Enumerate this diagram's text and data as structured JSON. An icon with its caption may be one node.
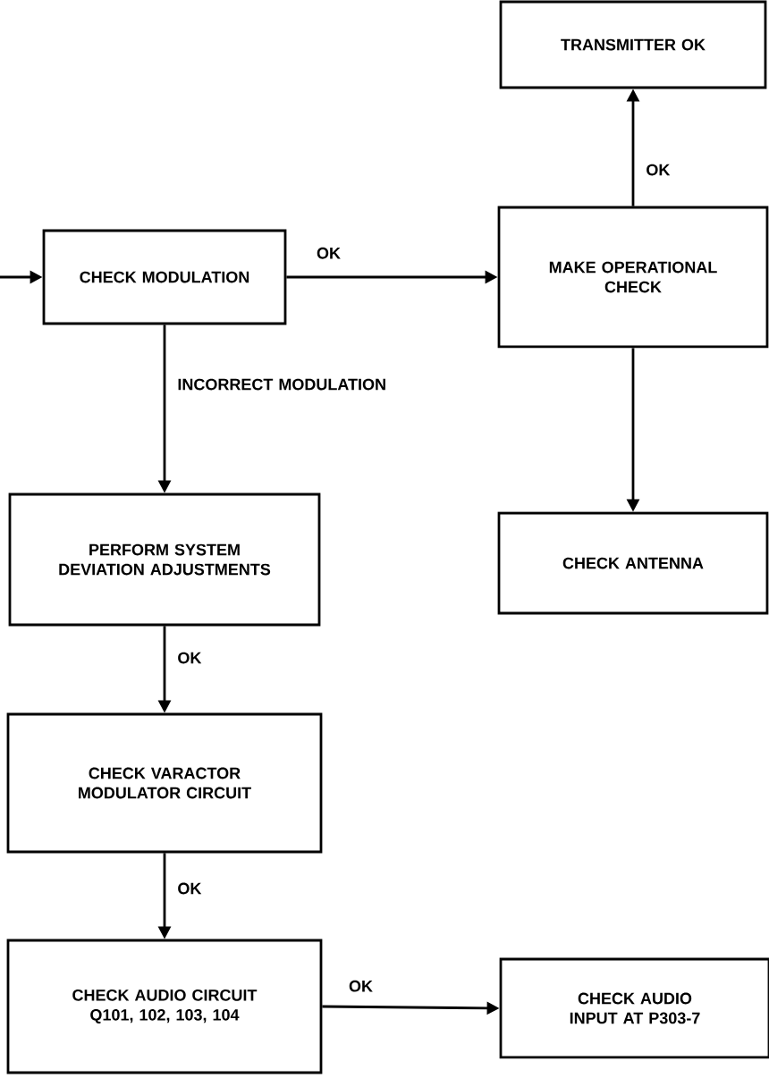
{
  "diagram": {
    "nodes": [
      {
        "text": [
          "CHECK MODULATION"
        ]
      },
      {
        "text": [
          "MAKE OPERATIONAL CHECK"
        ]
      },
      {
        "text": [
          "TRANSMITTER OK"
        ]
      },
      {
        "text": [
          "CHECK ANTENNA"
        ]
      },
      {
        "text": [
          "PERFORM SYSTEM DEVIATION ADJUSTMENTS"
        ]
      },
      {
        "text": [
          "CHECK VARACTOR MODULATOR CIRCUIT"
        ]
      },
      {
        "text": [
          "CHECK AUDIO CIRCUIT Q101, 102, 103, 104"
        ]
      },
      {
        "text": [
          "CHECK AUDIO INPUT AT P303-7"
        ]
      }
    ],
    "edges": [
      {
        "from": null,
        "to": 0,
        "arrow": "to"
      },
      {
        "from": 0,
        "to": 1,
        "arrow": "to",
        "label": "OK"
      },
      {
        "from": 1,
        "to": 2,
        "arrow": "to",
        "label": "OK"
      },
      {
        "from": 1,
        "to": 3,
        "arrow": "to"
      },
      {
        "from": 0,
        "to": 4,
        "arrow": "to",
        "label": "INCORRECT MODULATION"
      },
      {
        "from": 4,
        "to": 5,
        "arrow": "to",
        "label": "OK"
      },
      {
        "from": 5,
        "to": 6,
        "arrow": "to",
        "label": "OK"
      },
      {
        "from": 6,
        "to": 7,
        "arrow": "to",
        "label": "OK"
      }
    ]
  }
}
